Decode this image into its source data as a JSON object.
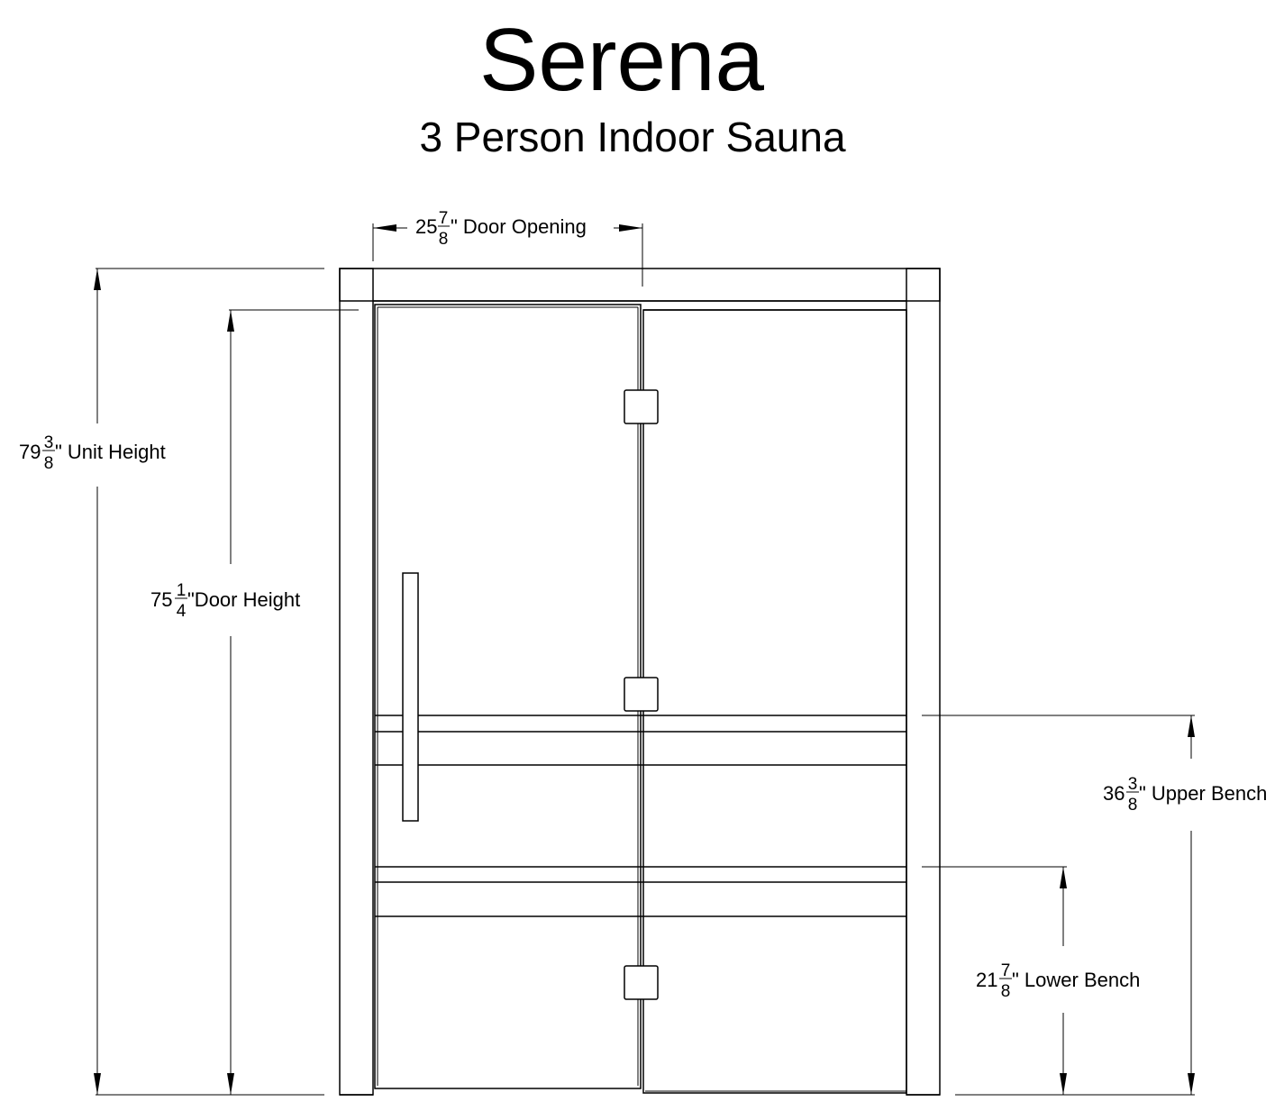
{
  "title": "Serena",
  "subtitle": "3 Person Indoor Sauna",
  "dimensions": {
    "door_opening": {
      "whole": "25",
      "num": "7",
      "den": "8",
      "label": "\" Door Opening"
    },
    "unit_height": {
      "whole": "79",
      "num": "3",
      "den": "8",
      "label": "\" Unit Height"
    },
    "door_height": {
      "whole": "75",
      "num": "1",
      "den": "4",
      "label": "\"Door Height"
    },
    "upper_bench": {
      "whole": "36",
      "num": "3",
      "den": "8",
      "label": "\" Upper Bench"
    },
    "lower_bench": {
      "whole": "21",
      "num": "7",
      "den": "8",
      "label": "\" Lower Bench"
    }
  }
}
